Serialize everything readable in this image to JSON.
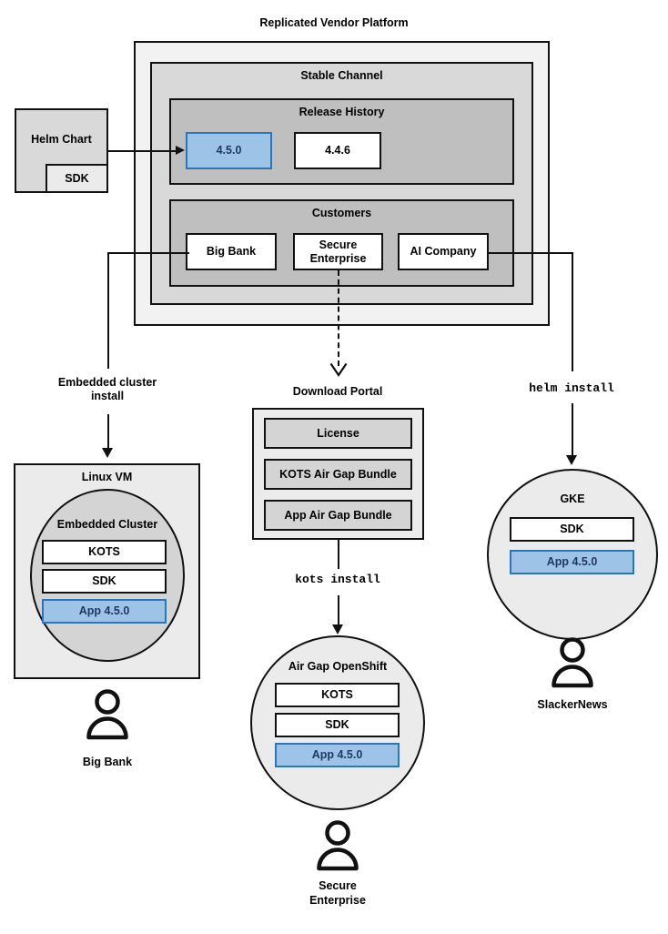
{
  "diagram": {
    "title": "Replicated Vendor Platform",
    "platform": {
      "stable_channel_label": "Stable Channel",
      "release_history": {
        "label": "Release History",
        "releases": [
          {
            "version": "4.5.0",
            "highlighted": true
          },
          {
            "version": "4.4.6",
            "highlighted": false
          }
        ]
      },
      "customers": {
        "label": "Customers",
        "items": [
          {
            "name": "Big Bank"
          },
          {
            "name": "Secure\nEnterprise"
          },
          {
            "name": "AI Company"
          }
        ]
      }
    },
    "helm_chart": {
      "label": "Helm Chart",
      "sdk_label": "SDK"
    },
    "download_portal": {
      "label": "Download Portal",
      "artifacts": [
        "License",
        "KOTS Air Gap Bundle",
        "App Air Gap Bundle"
      ]
    },
    "connectors": {
      "embedded_cluster_install": "Embedded cluster\ninstall",
      "kots_install": "kots install",
      "helm_install": "helm install"
    },
    "targets": [
      {
        "id": "linux-vm",
        "host_label": "Linux VM",
        "cluster_label": "Embedded Cluster",
        "components": [
          {
            "label": "KOTS",
            "highlighted": false
          },
          {
            "label": "SDK",
            "highlighted": false
          },
          {
            "label": "App 4.5.0",
            "highlighted": true
          }
        ],
        "persona": "Big Bank"
      },
      {
        "id": "air-gap-openshift",
        "host_label": "Air Gap OpenShift",
        "components": [
          {
            "label": "KOTS",
            "highlighted": false
          },
          {
            "label": "SDK",
            "highlighted": false
          },
          {
            "label": "App 4.5.0",
            "highlighted": true
          }
        ],
        "persona": "Secure\nEnterprise"
      },
      {
        "id": "gke",
        "host_label": "GKE",
        "components": [
          {
            "label": "SDK",
            "highlighted": false
          },
          {
            "label": "App 4.5.0",
            "highlighted": true
          }
        ],
        "persona": "SlackerNews"
      }
    ],
    "colors": {
      "highlight_fill": "#9dc3e6",
      "highlight_border": "#2e75b6",
      "highlight_text": "#1f3864",
      "outer_container": "#f2f2f2",
      "mid_container": "#d9d9d9",
      "inner_container": "#bfbfbf",
      "stroke": "#111111"
    }
  }
}
